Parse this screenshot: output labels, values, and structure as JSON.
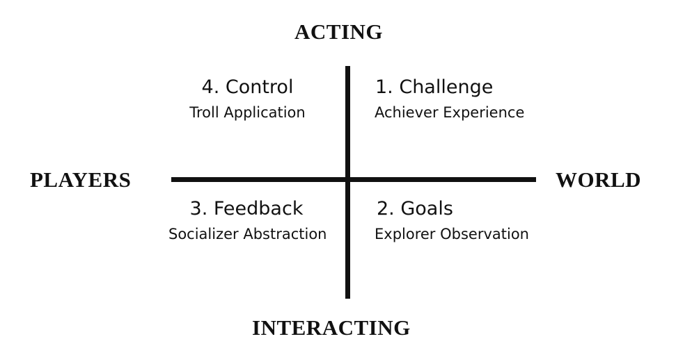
{
  "axes": {
    "top": "ACTING",
    "bottom": "INTERACTING",
    "left": "PLAYERS",
    "right": "WORLD"
  },
  "quadrants": [
    {
      "position": "top-right",
      "title": "1. Challenge",
      "subtitle": "Achiever Experience"
    },
    {
      "position": "bottom-right",
      "title": "2. Goals",
      "subtitle": "Explorer Observation"
    },
    {
      "position": "bottom-left",
      "title": "3. Feedback",
      "subtitle": "Socializer Abstraction"
    },
    {
      "position": "top-left",
      "title": "4. Control",
      "subtitle": "Troll Application"
    }
  ],
  "colors": {
    "ink": "#111111",
    "background": "#ffffff"
  }
}
